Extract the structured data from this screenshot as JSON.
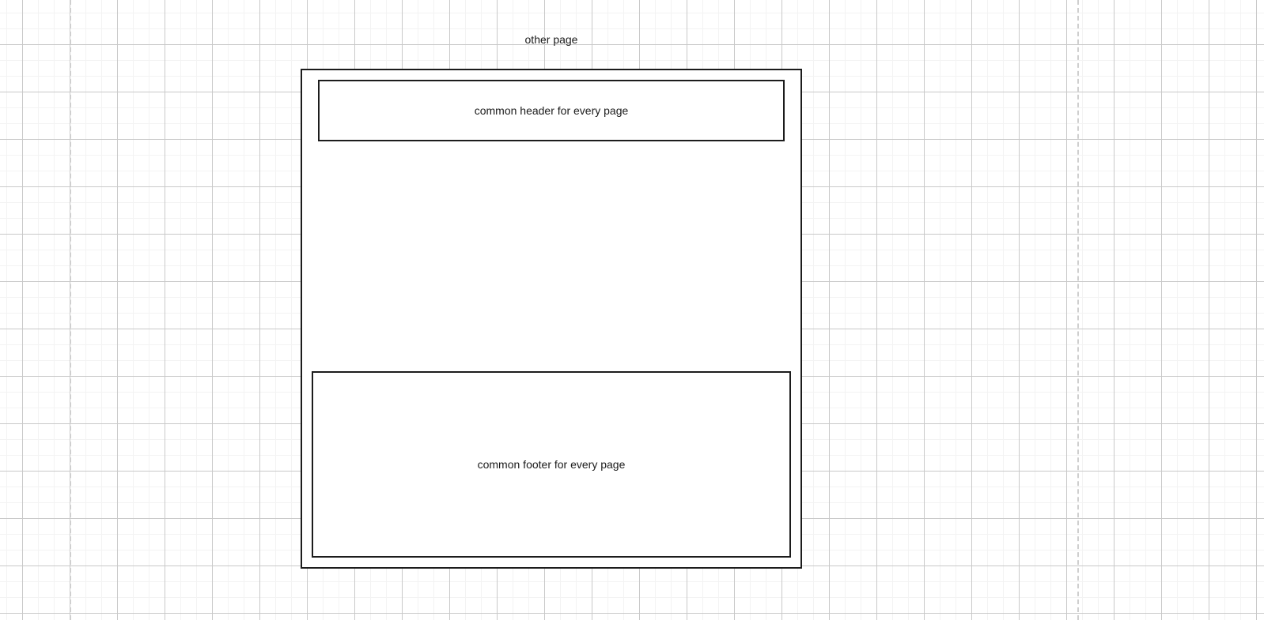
{
  "diagram": {
    "title": "other page",
    "canvas": {
      "grid_minor_color": "#f3f3f3",
      "grid_major_color": "#c9c9c9",
      "guide_color": "#cfcfcf",
      "background_color": "#ffffff"
    },
    "page_container": {
      "name": "page",
      "border_color": "#1c1c1c",
      "fill_color": "#ffffff"
    },
    "boxes": [
      {
        "id": "header",
        "label": "common header for every page",
        "border_color": "#1c1c1c",
        "fill_color": "#ffffff"
      },
      {
        "id": "footer",
        "label": "common footer for every page",
        "border_color": "#1c1c1c",
        "fill_color": "#ffffff"
      }
    ]
  }
}
